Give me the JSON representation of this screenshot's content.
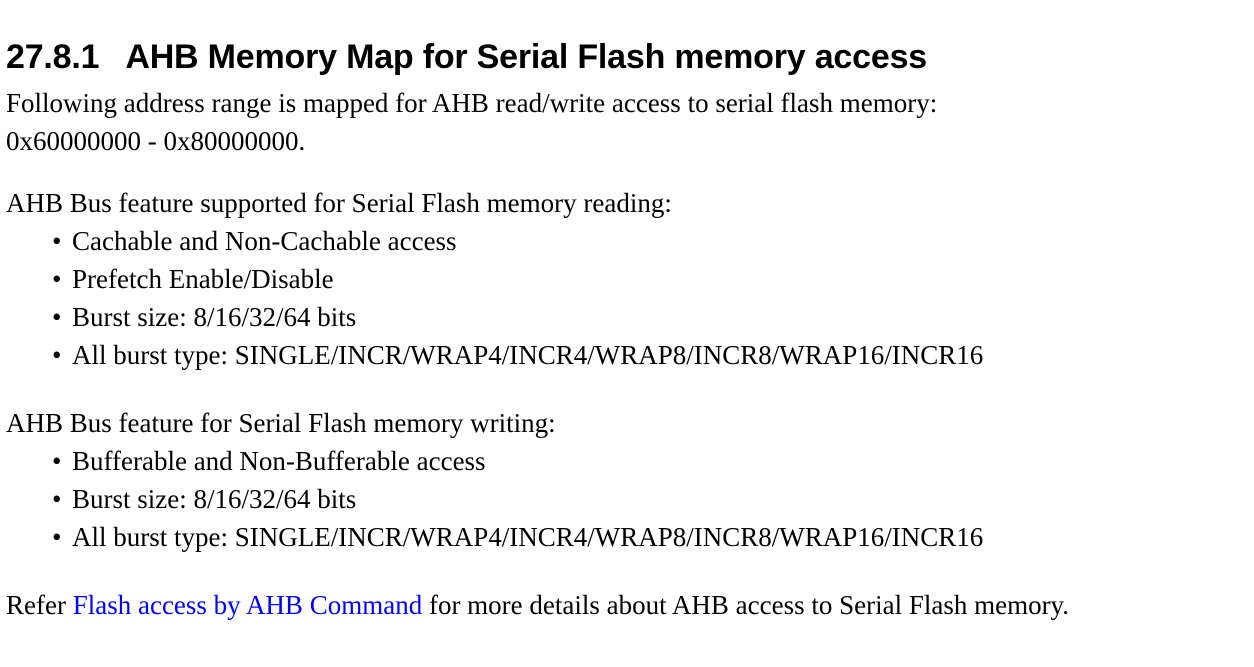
{
  "heading": {
    "number": "27.8.1",
    "title": "AHB Memory Map for Serial Flash memory access"
  },
  "intro": {
    "line1": "Following address range is mapped for AHB read/write access to serial flash memory:",
    "line2": "0x60000000 - 0x80000000."
  },
  "read_section": {
    "lead": "AHB Bus feature supported for Serial Flash memory reading:",
    "bullet_glyph": "•",
    "items": [
      "Cachable and Non-Cachable access",
      "Prefetch Enable/Disable",
      "Burst size: 8/16/32/64 bits",
      "All burst type: SINGLE/INCR/WRAP4/INCR4/WRAP8/INCR8/WRAP16/INCR16"
    ]
  },
  "write_section": {
    "lead": "AHB Bus feature for Serial Flash memory writing:",
    "bullet_glyph": "•",
    "items": [
      "Bufferable and Non-Bufferable access",
      "Burst size: 8/16/32/64 bits",
      "All burst type: SINGLE/INCR/WRAP4/INCR4/WRAP8/INCR8/WRAP16/INCR16"
    ]
  },
  "refer": {
    "prefix": "Refer ",
    "link_text": "Flash access by AHB Command",
    "suffix": " for more details about AHB access to Serial Flash memory.",
    "link_color": "#0000ff"
  }
}
